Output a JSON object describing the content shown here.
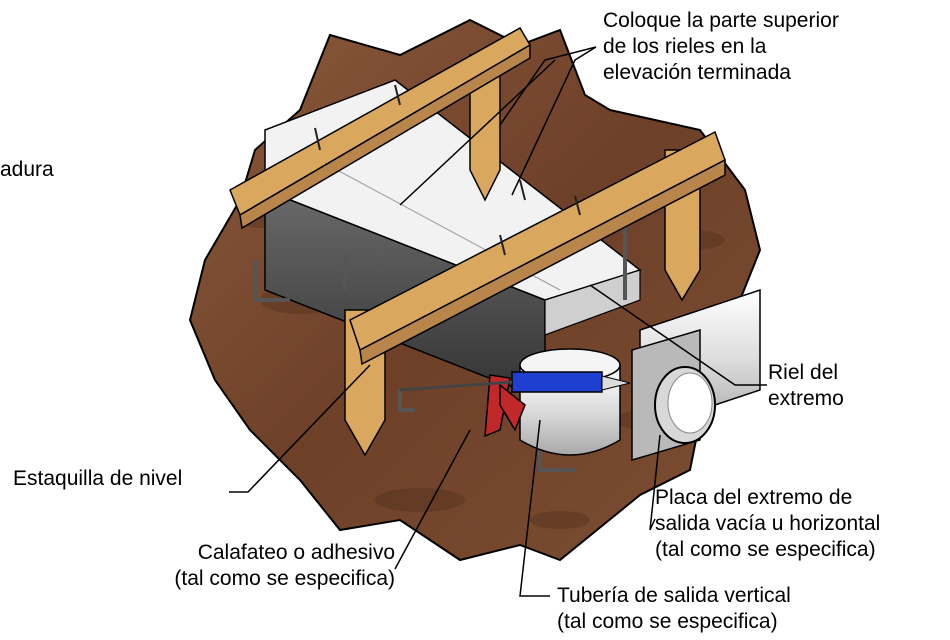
{
  "labels": {
    "top_rails": [
      "Coloque la parte superior",
      "de los rieles en la",
      "elevación terminada"
    ],
    "partial_left": "adura",
    "end_rail": [
      "Riel del",
      "extremo"
    ],
    "level_stake": "Estaquilla de nivel",
    "end_plate": [
      "Placa del extremo de",
      "salida vacía u horizontal",
      "(tal como se especifica)"
    ],
    "caulk": [
      "Calafateo o adhesivo",
      "(tal como se especifica)"
    ],
    "vertical_pipe": [
      "Tubería de salida vertical",
      "(tal como se especifica)"
    ]
  },
  "colors": {
    "soil": "#7a4a30",
    "wood": "#d9a75e",
    "steel": "#4a4a4a",
    "caulk_gun_body": "#c0282a",
    "caulk_tube": "#1f3fd0",
    "pipe": "#e6e6e6"
  }
}
